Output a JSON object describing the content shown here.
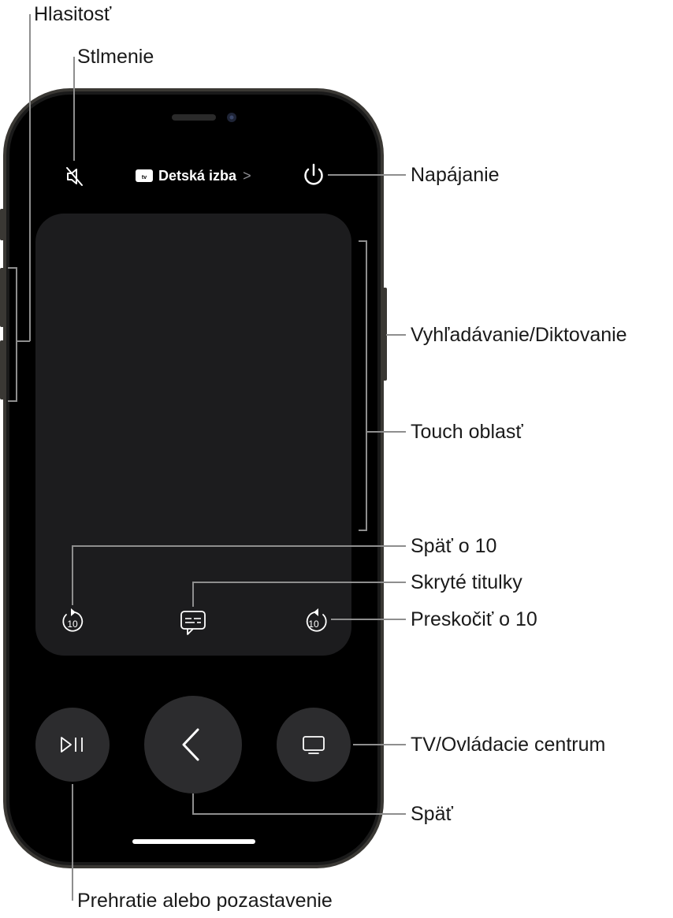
{
  "remote": {
    "device_name": "Detská izba",
    "device_chevron": ">",
    "skip_back_number": "10",
    "skip_forward_number": "10"
  },
  "icons": {
    "mute": "speaker-muted-icon",
    "appletv_badge": "apple-tv-icon",
    "power": "power-icon",
    "skip_back": "skip-back-10-icon",
    "captions": "closed-captions-icon",
    "skip_forward": "skip-forward-10-icon",
    "play_pause": "play-pause-icon",
    "back": "chevron-left-icon",
    "tv": "tv-icon"
  },
  "callouts": {
    "volume": "Hlasitosť",
    "mute": "Stlmenie",
    "power": "Napájanie",
    "search": "Vyhľadávanie/Diktovanie",
    "touch": "Touch oblasť",
    "skip_back": "Späť o 10",
    "captions": "Skryté titulky",
    "skip_forward": "Preskočiť o 10",
    "tv": "TV/Ovládacie centrum",
    "back": "Späť",
    "play_pause": "Prehratie alebo pozastavenie"
  },
  "colors": {
    "screen": "#000000",
    "frame": "#3a3834",
    "touch_area": "#1c1c1e",
    "button": "#2c2c2e",
    "icon": "#ffffff",
    "callout_line": "#8e8e8e",
    "callout_text": "#1a1a1a"
  }
}
